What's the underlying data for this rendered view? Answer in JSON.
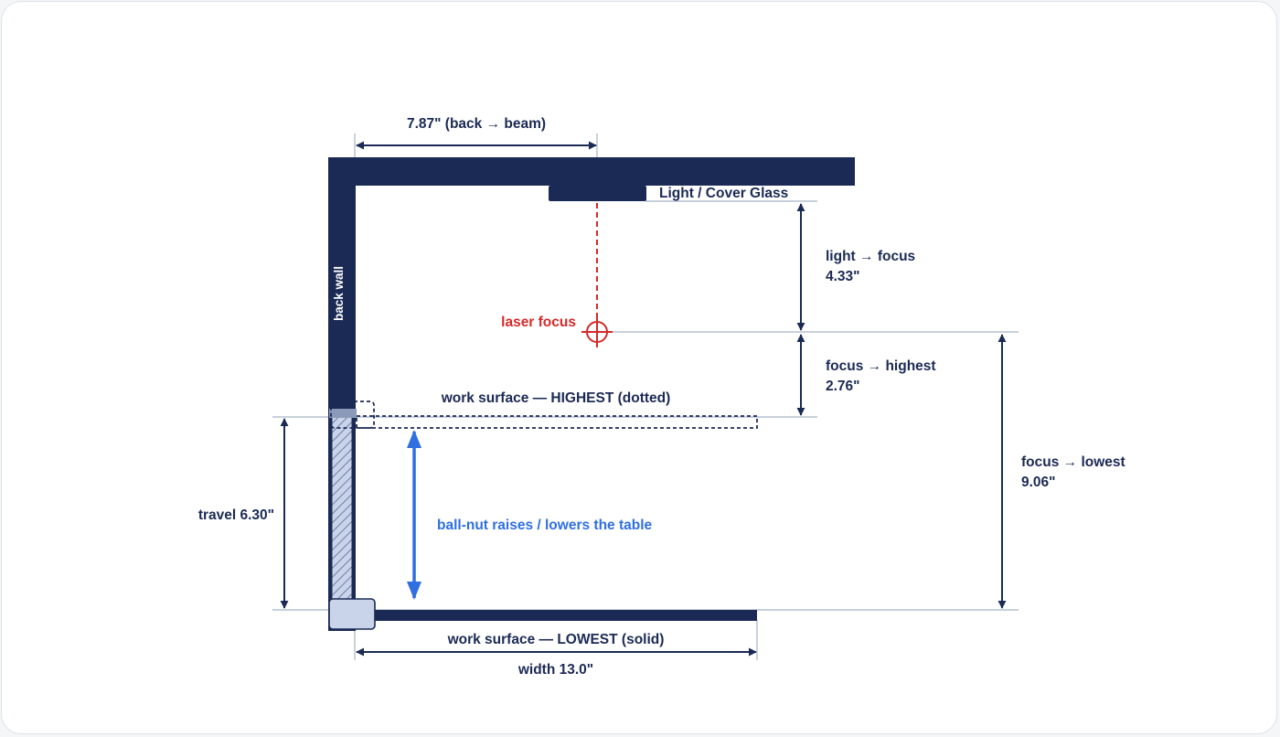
{
  "colors": {
    "structure": "#1b2a55",
    "dimension": "#1b2a55",
    "ref_line": "#a7b4c7",
    "laser": "#d42a2a",
    "motion": "#2f6fe0",
    "screw_fill": "#c9d4ea"
  },
  "labels": {
    "back_beam": "7.87\" (back → beam)",
    "light_glass": "Light / Cover Glass",
    "back_wall": "back wall",
    "laser_focus": "laser focus",
    "light_focus_title": "light → focus",
    "light_focus_value": "4.33\"",
    "focus_highest_title": "focus → highest",
    "focus_highest_value": "2.76\"",
    "focus_lowest_title": "focus → lowest",
    "focus_lowest_value": "9.06\"",
    "work_highest": "work surface — HIGHEST (dotted)",
    "work_lowest": "work surface — LOWEST (solid)",
    "travel": "travel 6.30\"",
    "ballnut": "ball-nut raises / lowers the table",
    "width": "width 13.0\""
  },
  "icons": {
    "laser_focus": "crosshair-icon"
  }
}
